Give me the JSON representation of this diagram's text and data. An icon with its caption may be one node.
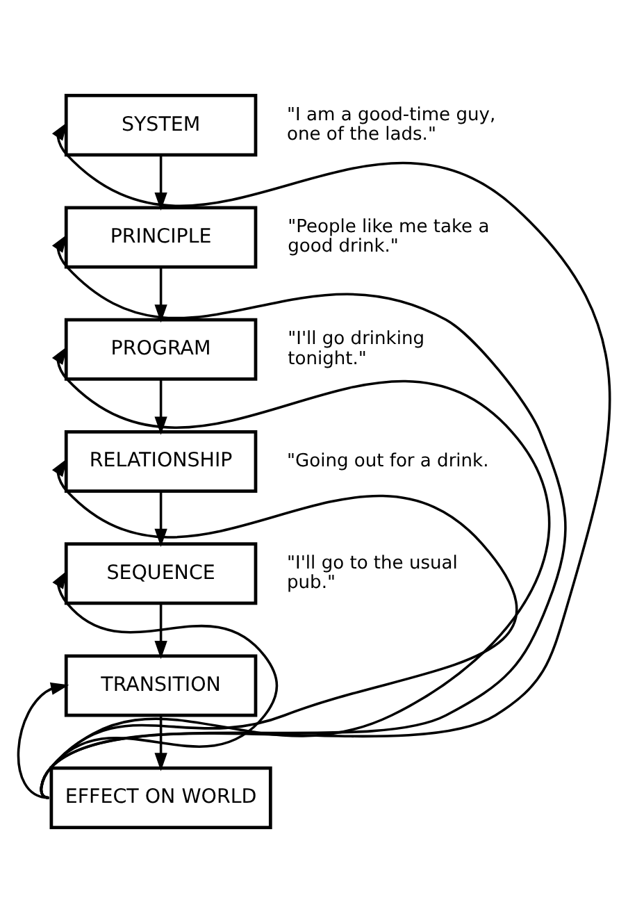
{
  "diagram": {
    "nodes": [
      {
        "text": [
          "SYSTEM"
        ],
        "beside": [
          "\"I am a good-time guy, one of the lads.\""
        ]
      },
      {
        "text": [
          "PRINCIPLE"
        ],
        "beside": [
          "\"People like me take a good drink.\""
        ]
      },
      {
        "text": [
          "PROGRAM"
        ],
        "beside": [
          "\"I'll go drinking tonight.\""
        ]
      },
      {
        "text": [
          "RELATIONSHIP"
        ],
        "beside": [
          "\"Going out for a drink."
        ]
      },
      {
        "text": [
          "SEQUENCE"
        ],
        "beside": [
          "\"I'll go to the usual pub.\""
        ]
      },
      {
        "text": [
          "TRANSITION"
        ]
      },
      {
        "text": [
          "EFFECT ON WORLD"
        ]
      }
    ],
    "edges": [
      {
        "from": 0,
        "to": 1,
        "arrow": "to"
      },
      {
        "from": 1,
        "to": 2,
        "arrow": "to"
      },
      {
        "from": 2,
        "to": 3,
        "arrow": "to"
      },
      {
        "from": 3,
        "to": 4,
        "arrow": "to"
      },
      {
        "from": 4,
        "to": 5,
        "arrow": "to"
      },
      {
        "from": 5,
        "to": 6,
        "arrow": "to"
      },
      {
        "from": 6,
        "to": 0,
        "arrow": "to"
      },
      {
        "from": 6,
        "to": 1,
        "arrow": "to"
      },
      {
        "from": 6,
        "to": 2,
        "arrow": "to"
      },
      {
        "from": 6,
        "to": 3,
        "arrow": "to"
      },
      {
        "from": 6,
        "to": 4,
        "arrow": "to"
      },
      {
        "from": 6,
        "to": 5,
        "arrow": "to"
      }
    ]
  }
}
